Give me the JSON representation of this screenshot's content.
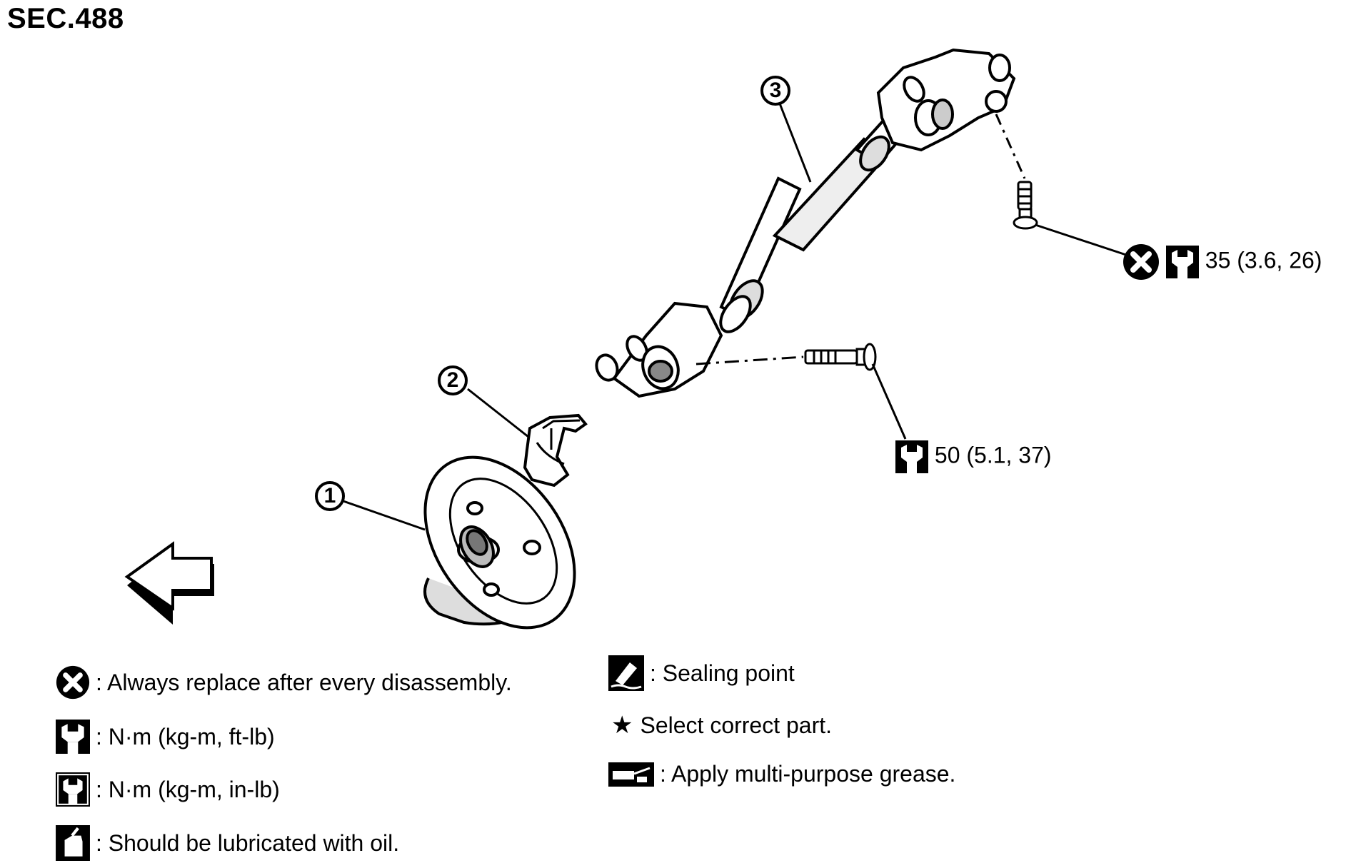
{
  "section_code": "SEC.488",
  "callouts": [
    {
      "label": "1"
    },
    {
      "label": "2"
    },
    {
      "label": "3"
    }
  ],
  "torque_specs": {
    "upper_bolt": "35 (3.6, 26)",
    "lower_bolt": "50 (5.1, 37)"
  },
  "legend": {
    "always_replace": ": Always replace after every disassembly.",
    "torque_ftlb": ": N·m (kg-m, ft-lb)",
    "torque_inlb": ": N·m (kg-m, in-lb)",
    "lubricate_oil": ": Should be lubricated with oil.",
    "sealing_point": ": Sealing point",
    "select_part": "Select correct part.",
    "apply_grease": ": Apply multi-purpose grease."
  },
  "icons": {
    "replace": "x-circle-icon",
    "torque_wrench": "torque-wrench-icon",
    "oil_can": "oil-can-icon",
    "sealing": "sealing-point-icon",
    "star": "star-icon",
    "grease": "grease-gun-icon",
    "front_direction": "front-arrow-icon"
  }
}
